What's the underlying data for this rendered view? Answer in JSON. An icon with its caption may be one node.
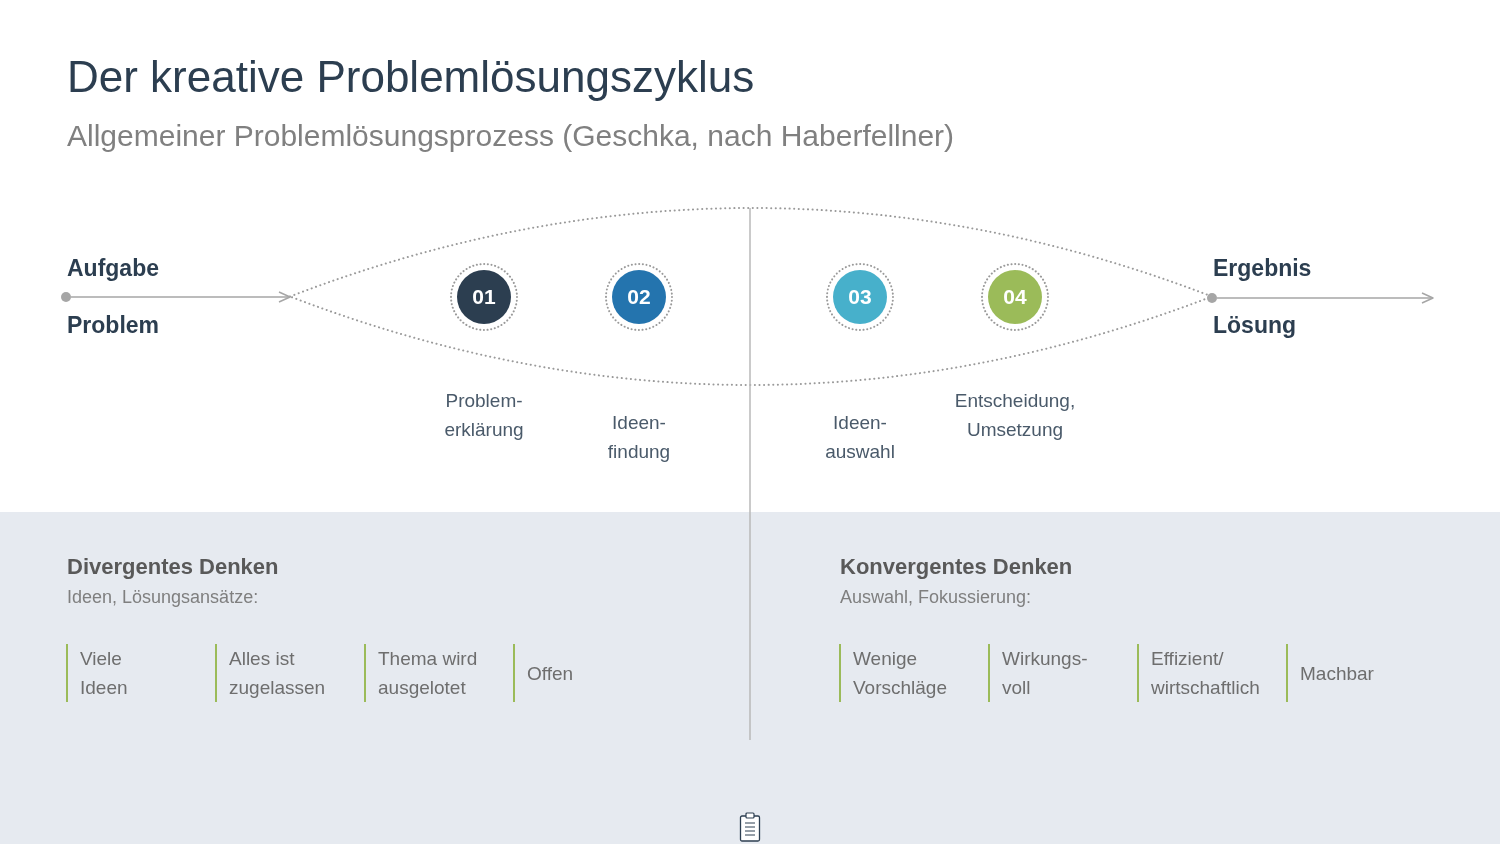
{
  "diagram": {
    "title": "Der kreative Problemlösungszyklus",
    "nodes": [
      {
        "text": [],
        "shape": "circle",
        "beside": [
          "Aufgabe",
          "Problem"
        ]
      },
      {
        "text": [],
        "shape": "lens"
      },
      {
        "text": [
          "01"
        ],
        "in": 1
      },
      {
        "text": [
          "02"
        ],
        "in": 1
      },
      {
        "text": [
          "03"
        ],
        "in": 1
      },
      {
        "text": [
          "04"
        ],
        "in": 1
      },
      {
        "text": [],
        "shape": "circle",
        "beside": [
          "Ergebnis",
          "Lösung"
        ]
      },
      {
        "text": [
          "Divergentes Denken",
          "Ideen, Lösungsansätze:"
        ]
      },
      {
        "text": [
          "Viele Ideen"
        ],
        "in": 7
      },
      {
        "text": [
          "Alles ist zugelassen"
        ],
        "in": 7
      },
      {
        "text": [
          "Thema wird ausgelotet"
        ],
        "in": 7
      },
      {
        "text": [
          "Offen"
        ],
        "in": 7
      },
      {
        "text": [
          "Konvergentes Denken",
          "Auswahl, Fokussierung:"
        ]
      },
      {
        "text": [
          "Wenige Vorschläge"
        ],
        "in": 12
      },
      {
        "text": [
          "Wirkungs- voll"
        ],
        "in": 12
      },
      {
        "text": [
          "Effizient/ wirtschaftlich"
        ],
        "in": 12
      },
      {
        "text": [
          "Machbar"
        ],
        "in": 12
      }
    ],
    "edges": [
      {
        "from": 0,
        "to": 1,
        "arrow": "to"
      },
      {
        "from": 6,
        "to": null,
        "arrow": "to"
      }
    ],
    "labels": [
      "Allgemeiner Problemlösungsprozess (Geschka, nach Haberfellner)",
      "Problem- erklärung",
      "Ideen- findung",
      "Ideen- auswahl",
      "Entscheidung, Umsetzung"
    ]
  }
}
